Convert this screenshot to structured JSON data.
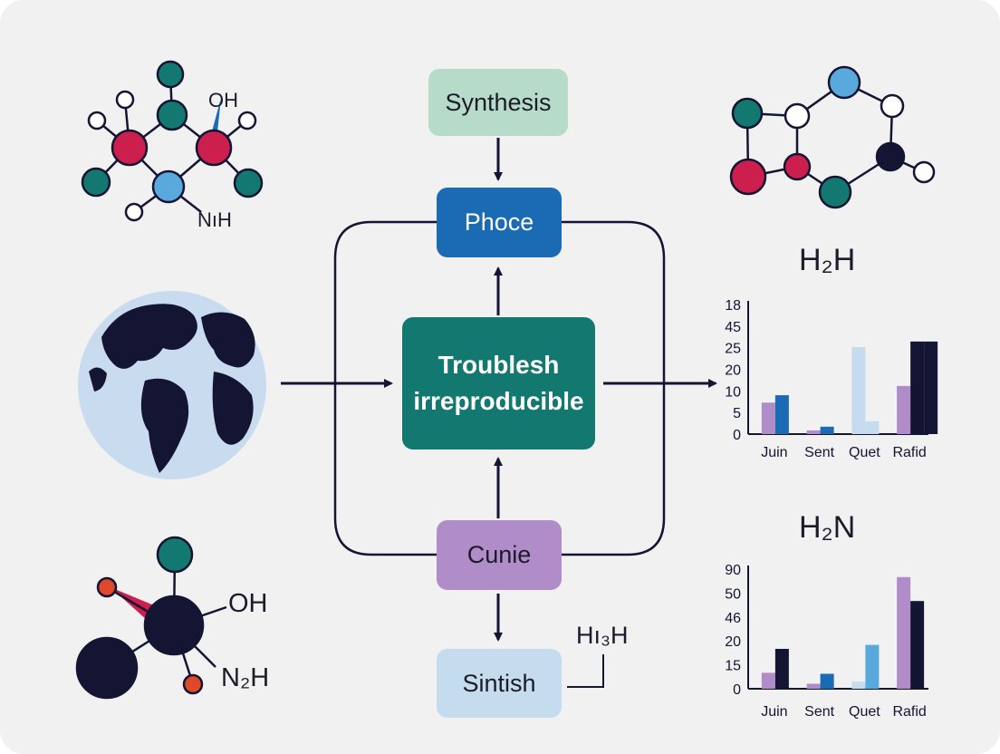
{
  "flow": {
    "top": "Synthesis",
    "upper": "Phoce",
    "center_line1": "Troublesh",
    "center_line2": "irreproducible",
    "lower": "Cunie",
    "bottom": "Sintish",
    "side_label": "Hı₃H"
  },
  "molecules": {
    "top_left_oh": "OH",
    "top_left_nh": "NıH",
    "bottom_left_oh": "OH",
    "bottom_left_n2h": "N₂H"
  },
  "colors": {
    "teal": "#137870",
    "crimson": "#cc1f4e",
    "sky": "#5aa9dd",
    "navy": "#141433",
    "lilac": "#b08cc9",
    "blue": "#1a6bb3",
    "orange": "#e0482a"
  },
  "chart_data": [
    {
      "type": "bar",
      "title": "H₂H",
      "categories": [
        "Juin",
        "Sent",
        "Quet",
        "Rafid"
      ],
      "yticks": [
        "0",
        "5",
        "10",
        "20",
        "25",
        "45",
        "18"
      ],
      "ylim": [
        0,
        6
      ],
      "series": [
        {
          "values": [
            1.7,
            0.2,
            0,
            2.6
          ],
          "color": "#b08cc9"
        },
        {
          "values": [
            2.1,
            0.4,
            0,
            5.0
          ],
          "color": "#1a6bb3"
        },
        {
          "values": [
            0,
            0,
            4.7,
            0
          ],
          "color": "#c4dcee"
        },
        {
          "values": [
            0,
            0,
            0.7,
            5.0
          ],
          "color": "#141433"
        }
      ],
      "bar_colors": [
        [
          "#b08cc9",
          "#1a6bb3"
        ],
        [
          "#b08cc9",
          "#1a6bb3"
        ],
        [
          "#c4dcee",
          "#c4dcee"
        ],
        [
          "#b08cc9",
          "#141433"
        ]
      ]
    },
    {
      "type": "bar",
      "title": "H₂N",
      "categories": [
        "Juin",
        "Sent",
        "Quet",
        "Rafid"
      ],
      "yticks": [
        "0",
        "15",
        "20",
        "46",
        "50",
        "90"
      ],
      "ylim": [
        0,
        5
      ],
      "series": [
        {
          "values": [
            0.8,
            0.25,
            0.35,
            5.6
          ],
          "color": "#b08cc9"
        },
        {
          "values": [
            2.0,
            0.75,
            2.2,
            4.4
          ],
          "color": "#1a6bb3"
        }
      ],
      "bar_colors": [
        [
          "#b08cc9",
          "#141433"
        ],
        [
          "#b08cc9",
          "#1a6bb3"
        ],
        [
          "#c4dcee",
          "#5aa9dd"
        ],
        [
          "#b08cc9",
          "#141433"
        ]
      ]
    }
  ]
}
